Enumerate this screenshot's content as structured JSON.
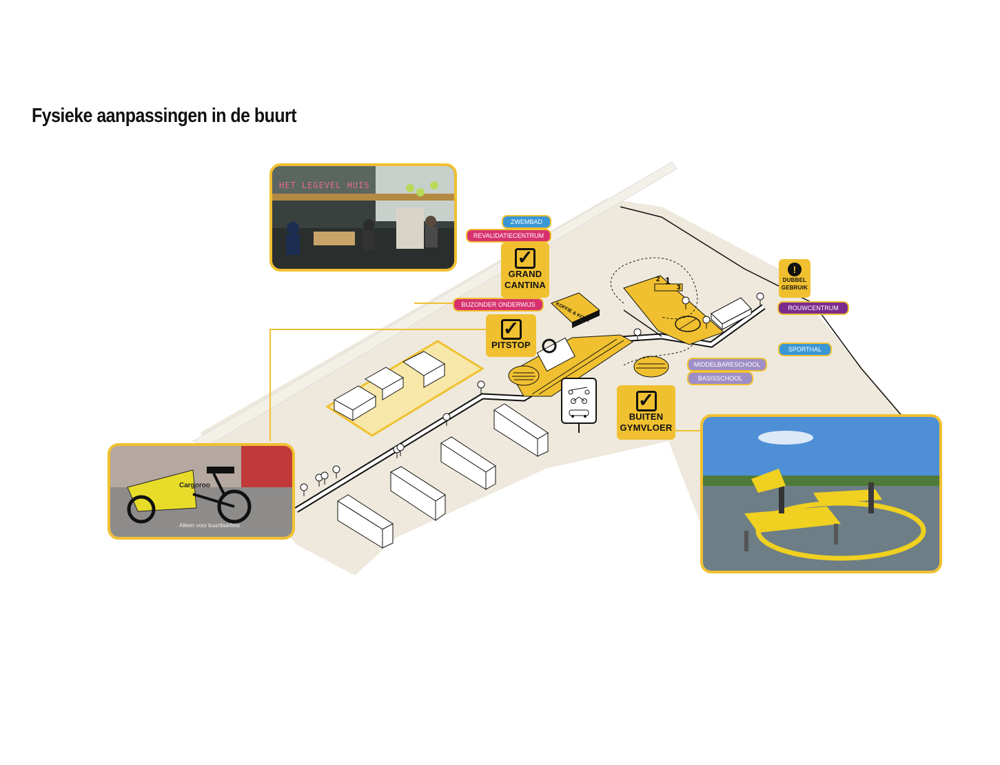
{
  "title": "Fysieke aanpassingen in de buurt",
  "colors": {
    "accent": "#f0c030",
    "ground": "#eee9dc",
    "blue_tag": "#3a97d4",
    "pink_tag": "#d8326e",
    "purple_tag": "#7a2c8c",
    "lilac_tag": "#9e8ec6"
  },
  "tags": {
    "zwembad": "ZWEMBAD",
    "revalidatie": "REVALIDATIECENTRUM",
    "bijzonder": "BIJZONDER ONDERWIJS",
    "rouwcentrum": "ROUWCENTRUM",
    "sporthal": "SPORTHAL",
    "middelbare": "MIDDELBARESCHOOL",
    "basisschool": "BASISSCHOOL"
  },
  "badges": {
    "grand_cantina": {
      "line1": "GRAND",
      "line2": "CANTINA"
    },
    "pitstop": {
      "line1": "PITSTOP"
    },
    "buiten_gymvloer": {
      "line1": "BUITEN",
      "line2": "GYMVLOER"
    },
    "dubbel_gebruik": {
      "line1": "DUBBEL",
      "line2": "GEBRUIK"
    }
  },
  "map_labels": {
    "koffie_koek": "KOFFIE & KOEK",
    "podium_1": "1",
    "podium_2": "2",
    "podium_3": "3"
  },
  "photos": {
    "cantina_sign": "HET LEGEVEL HUIS",
    "bike_brand": "Cargoroo",
    "bike_ground": "Alleen voor buurtbakfiets"
  }
}
